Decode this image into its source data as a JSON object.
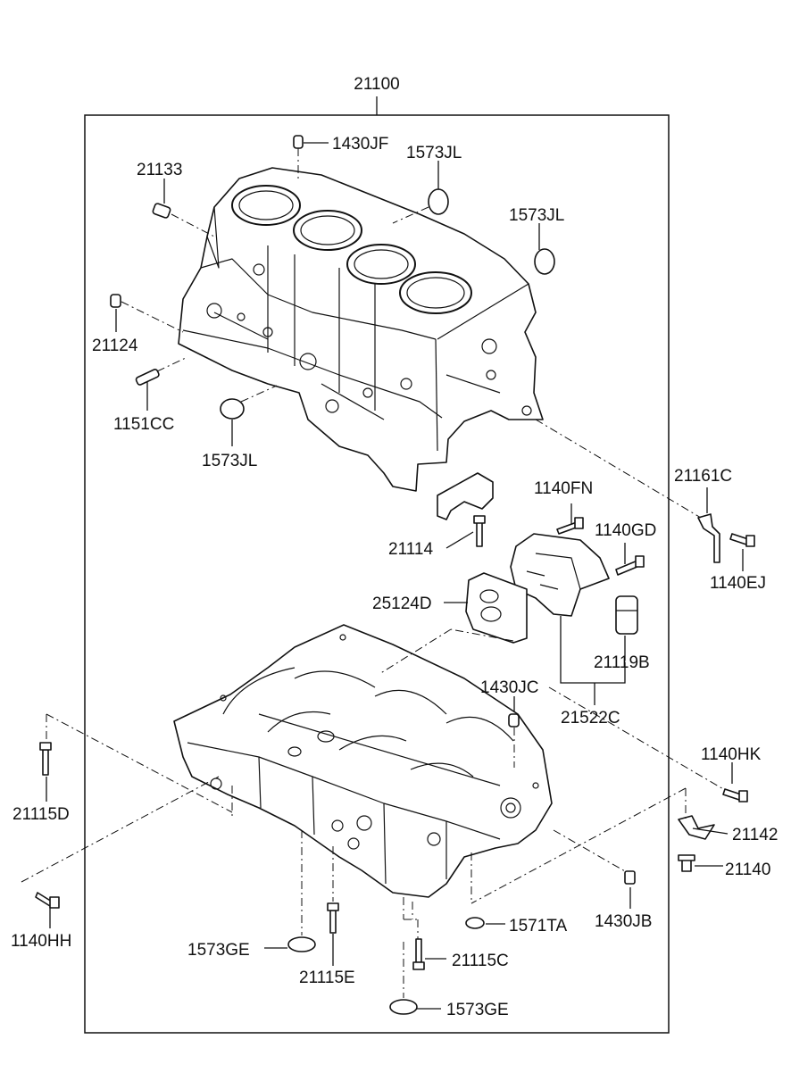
{
  "labels": {
    "assembly": "21100",
    "plug_top": "1430JF",
    "cap_upper_left": "1573JL",
    "cap_upper_right": "1573JL",
    "cap_lower": "1573JL",
    "nozzle": "21133",
    "dowel_left": "21124",
    "stud": "1151CC",
    "bracket": "21161C",
    "bolt_bracket": "1140EJ",
    "bolt_fn": "1140FN",
    "bolt_gd": "1140GD",
    "bolt_bearing": "21114",
    "gasket": "25124D",
    "valve": "21119B",
    "housing": "21522C",
    "plug_jc": "1430JC",
    "bolt_hk": "1140HK",
    "bolt_ladder_left": "21115D",
    "bolt_hh": "1140HH",
    "bracket_lower": "21142",
    "drain_plug": "21140",
    "pin_jb": "1430JB",
    "plug_ta": "1571TA",
    "cap_ge_left": "1573GE",
    "bolt_ladder_e": "21115E",
    "bolt_ladder_c": "21115C",
    "cap_ge_bottom": "1573GE"
  }
}
